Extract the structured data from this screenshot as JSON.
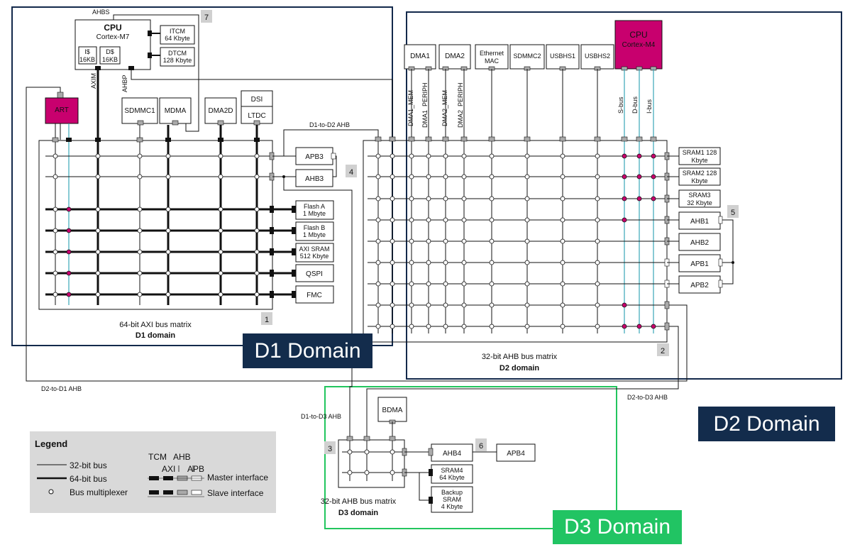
{
  "colors": {
    "d1_frame": "#13294b",
    "d2_frame": "#13294b",
    "d3_frame": "#22c55e",
    "cpu_fill": "#c8006e",
    "cyan_line": "#3aa7b8",
    "mux_mark": "#c8006e",
    "banner_navy": "#132c4c",
    "banner_green": "#21c463",
    "legend_bg": "#d9d9d9"
  },
  "banners": {
    "d1": "D1 Domain",
    "d2": "D2 Domain",
    "d3": "D3 Domain"
  },
  "d1": {
    "cpu_m7": {
      "title": "CPU",
      "subtitle": "Cortex-M7"
    },
    "icache": [
      "I$",
      "16KB"
    ],
    "dcache": [
      "D$",
      "16KB"
    ],
    "itcm": [
      "ITCM",
      "64 Kbyte"
    ],
    "dtcm": [
      "DTCM",
      "128 Kbyte"
    ],
    "ahbs": "AHBS",
    "axim": "AXIM",
    "ahbp": "AHBP",
    "art": "ART",
    "sdmmc1": "SDMMC1",
    "mdma": "MDMA",
    "dma2d": "DMA2D",
    "dsi": "DSI",
    "ltdc": "LTDC",
    "apb3": "APB3",
    "ahb3": "AHB3",
    "flash_a": [
      "Flash A",
      "1 Mbyte"
    ],
    "flash_b": [
      "Flash B",
      "1 Mbyte"
    ],
    "axi_sram": [
      "AXI SRAM",
      "512 Kbyte"
    ],
    "qspi": "QSPI",
    "fmc": "FMC",
    "matrix_title": "64-bit AXI bus matrix",
    "matrix_domain": "D1 domain"
  },
  "d2": {
    "dma1": "DMA1",
    "dma2": "DMA2",
    "eth": [
      "Ethernet",
      "MAC"
    ],
    "sdmmc2": "SDMMC2",
    "usbhs1": "USBHS1",
    "usbhs2": "USBHS2",
    "cpu_m4": {
      "title": "CPU",
      "subtitle": "Cortex-M4"
    },
    "dma1_mem": "DMA1_MEM",
    "dma1_periph": "DMA1_PERIPH",
    "dma2_mem": "DMA2_MEM",
    "dma2_periph": "DMA2_PERIPH",
    "sbus": "S-bus",
    "dbus": "D-bus",
    "ibus": "I-bus",
    "sram1": [
      "SRAM1 128",
      "Kbyte"
    ],
    "sram2": [
      "SRAM2 128",
      "Kbyte"
    ],
    "sram3": [
      "SRAM3",
      "32 Kbyte"
    ],
    "ahb1": "AHB1",
    "ahb2": "AHB2",
    "apb1": "APB1",
    "apb2": "APB2",
    "matrix_title": "32-bit AHB bus matrix",
    "matrix_domain": "D2 domain"
  },
  "d3": {
    "bdma": "BDMA",
    "ahb4": "AHB4",
    "apb4": "APB4",
    "sram4": [
      "SRAM4",
      "64 Kbyte"
    ],
    "backup_sram": [
      "Backup",
      "SRAM",
      "4 Kbyte"
    ],
    "matrix_title": "32-bit AHB bus matrix",
    "matrix_domain": "D3 domain"
  },
  "links": {
    "d1_to_d2": "D1-to-D2 AHB",
    "d2_to_d1": "D2-to-D1 AHB",
    "d1_to_d3": "D1-to-D3 AHB",
    "d2_to_d3": "D2-to-D3 AHB"
  },
  "badges": [
    "1",
    "2",
    "3",
    "4",
    "5",
    "6",
    "7"
  ],
  "legend": {
    "title": "Legend",
    "bus32": "32-bit bus",
    "bus64": "64-bit bus",
    "mux": "Bus multiplexer",
    "tcm": "TCM",
    "ahb": "AHB",
    "axi": "AXI",
    "apb": "APB",
    "master": "Master interface",
    "slave": "Slave interface"
  }
}
